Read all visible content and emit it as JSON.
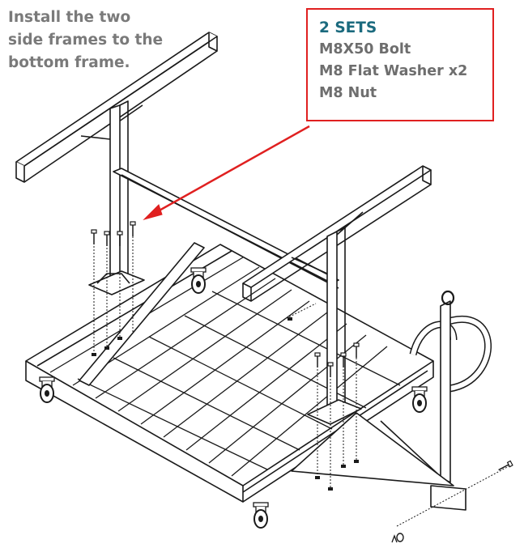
{
  "instruction": {
    "lines": [
      "Install the two",
      "side frames to the",
      "bottom frame."
    ]
  },
  "callout": {
    "title": "2 SETS",
    "items": [
      "M8X50 Bolt",
      "M8 Flat Washer x2",
      "M8 Nut"
    ]
  },
  "colors": {
    "instruction_text": "#7a7a7a",
    "callout_title": "#1b6a7e",
    "callout_border": "#e02020",
    "arrow": "#e02020",
    "line_art": "#1a1a1a"
  }
}
